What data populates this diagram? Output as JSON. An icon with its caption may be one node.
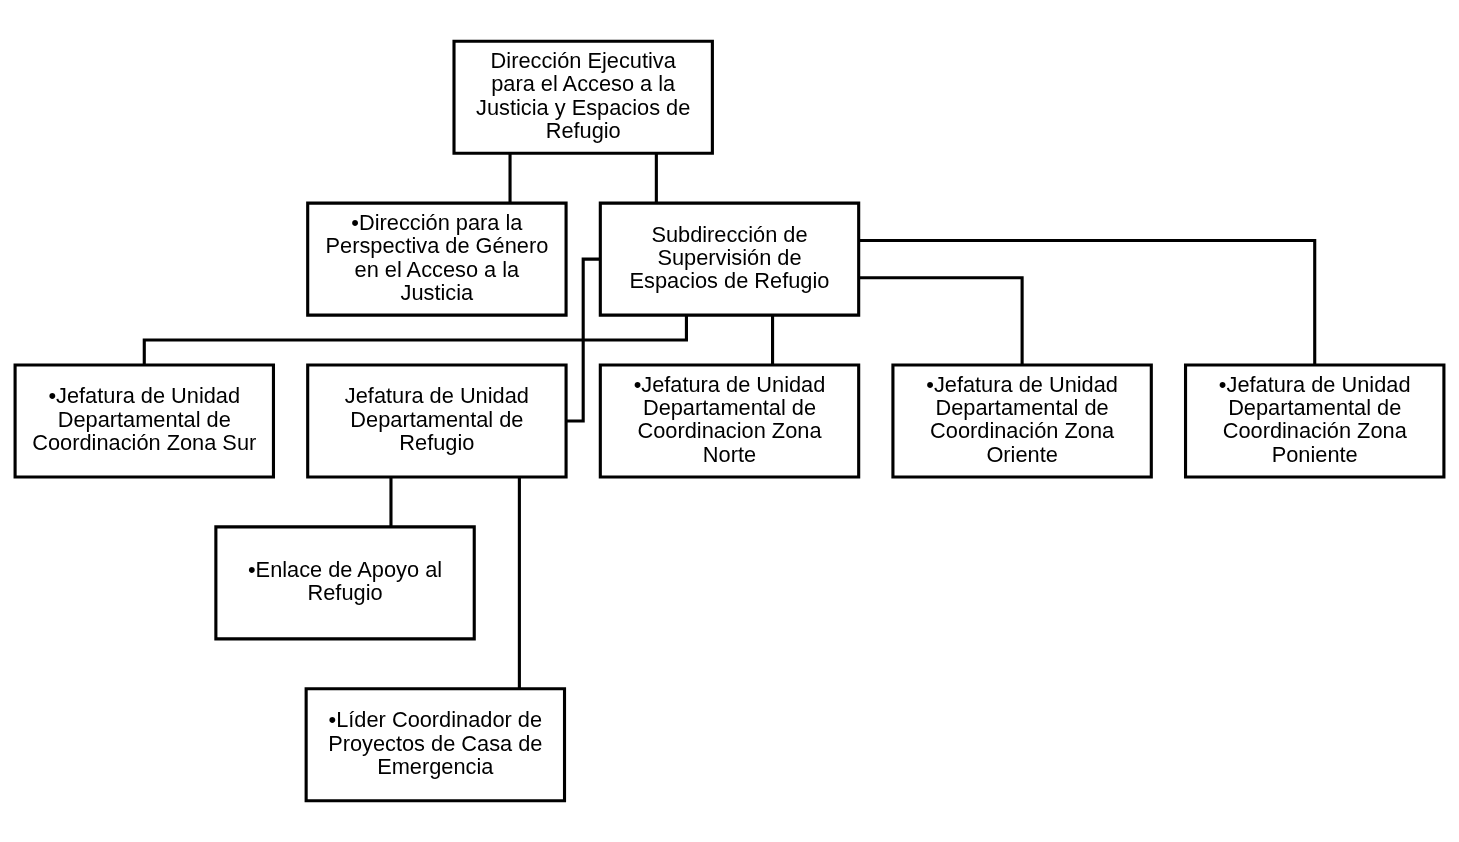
{
  "diagram": {
    "nodes": [
      {
        "text": [
          "Dirección Ejecutiva para el Acceso a la Justicia y Espacios de Refugio"
        ]
      },
      {
        "text": [
          "•Dirección para la Perspectiva de Género en el Acceso a la Justicia"
        ]
      },
      {
        "text": [
          "Subdirección de Supervisión de Espacios de Refugio"
        ]
      },
      {
        "text": [
          "•Jefatura de Unidad Departamental de Coordinación Zona Sur"
        ]
      },
      {
        "text": [
          "Jefatura de Unidad Departamental de Refugio"
        ]
      },
      {
        "text": [
          "•Jefatura de Unidad Departamental de Coordinacion Zona Norte"
        ]
      },
      {
        "text": [
          "•Jefatura de Unidad Departamental de Coordinación Zona Oriente"
        ]
      },
      {
        "text": [
          "•Jefatura de Unidad Departamental de Coordinación Zona Poniente"
        ]
      },
      {
        "text": [
          "•Enlace de Apoyo al Refugio"
        ]
      },
      {
        "text": [
          "•Líder Coordinador de Proyectos de Casa de Emergencia"
        ]
      }
    ],
    "edges": [
      {
        "from": 0,
        "to": 1,
        "arrow": "none"
      },
      {
        "from": 0,
        "to": 2,
        "arrow": "none"
      },
      {
        "from": 2,
        "to": 3,
        "arrow": "none"
      },
      {
        "from": 2,
        "to": 4,
        "arrow": "none"
      },
      {
        "from": 2,
        "to": 5,
        "arrow": "none"
      },
      {
        "from": 2,
        "to": 6,
        "arrow": "none"
      },
      {
        "from": 2,
        "to": 7,
        "arrow": "none"
      },
      {
        "from": 4,
        "to": 8,
        "arrow": "none"
      },
      {
        "from": 4,
        "to": 9,
        "arrow": "none"
      }
    ]
  }
}
